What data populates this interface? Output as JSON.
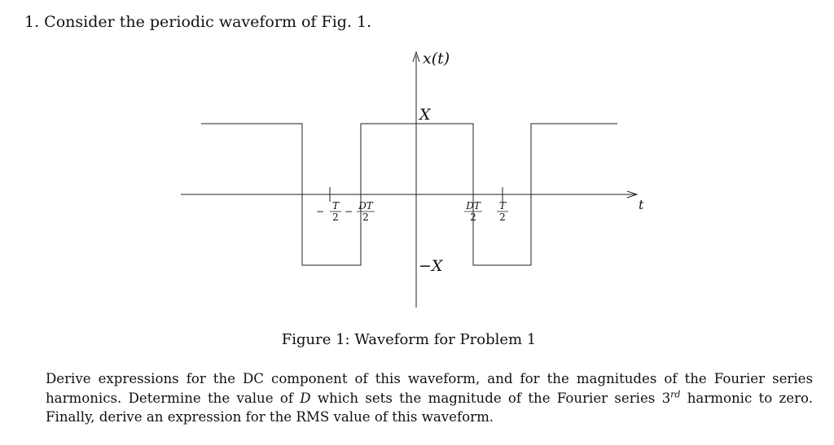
{
  "problem": {
    "heading": "1. Consider the periodic waveform of Fig. 1."
  },
  "figure": {
    "y_axis_label": "x(t)",
    "x_axis_label": "t",
    "level_high": "X",
    "level_low": "−X",
    "ticks": {
      "neg_half_period": {
        "sign": "−",
        "num": "T",
        "den": "2"
      },
      "neg_duty": {
        "sign": "−",
        "num": "DT",
        "den": "2"
      },
      "pos_duty": {
        "num": "DT",
        "den": "2"
      },
      "pos_half_period": {
        "num": "T",
        "den": "2"
      }
    },
    "caption": "Figure 1: Waveform for Problem 1"
  },
  "text": {
    "sentence1": "Derive expressions for the DC component of this waveform, and for the magnitudes of the Fourier series harmonics. Determine the value of ",
    "var_d": "D",
    "sentence2": " which sets the magnitude of the Fourier series 3",
    "ordinal_suffix": "rd",
    "sentence3": " harmonic to zero. Finally, derive an expression for the RMS value of this waveform."
  }
}
